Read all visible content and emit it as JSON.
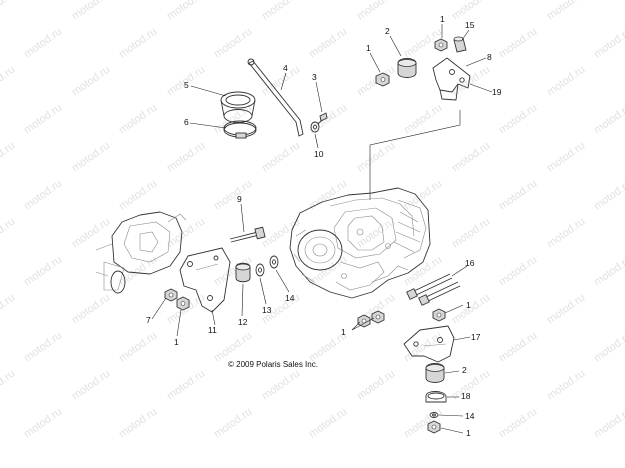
{
  "copyright": "© 2009 Polaris Sales Inc.",
  "watermark": "motod.ru",
  "callouts": [
    {
      "label": "1"
    },
    {
      "label": "15"
    },
    {
      "label": "2"
    },
    {
      "label": "1"
    },
    {
      "label": "8"
    },
    {
      "label": "19"
    },
    {
      "label": "4"
    },
    {
      "label": "5"
    },
    {
      "label": "3"
    },
    {
      "label": "6"
    },
    {
      "label": "10"
    },
    {
      "label": "9"
    },
    {
      "label": "16"
    },
    {
      "label": "7"
    },
    {
      "label": "1"
    },
    {
      "label": "11"
    },
    {
      "label": "12"
    },
    {
      "label": "13"
    },
    {
      "label": "14"
    },
    {
      "label": "1"
    },
    {
      "label": "1"
    },
    {
      "label": "17"
    },
    {
      "label": "2"
    },
    {
      "label": "18"
    },
    {
      "label": "14"
    },
    {
      "label": "1"
    }
  ]
}
